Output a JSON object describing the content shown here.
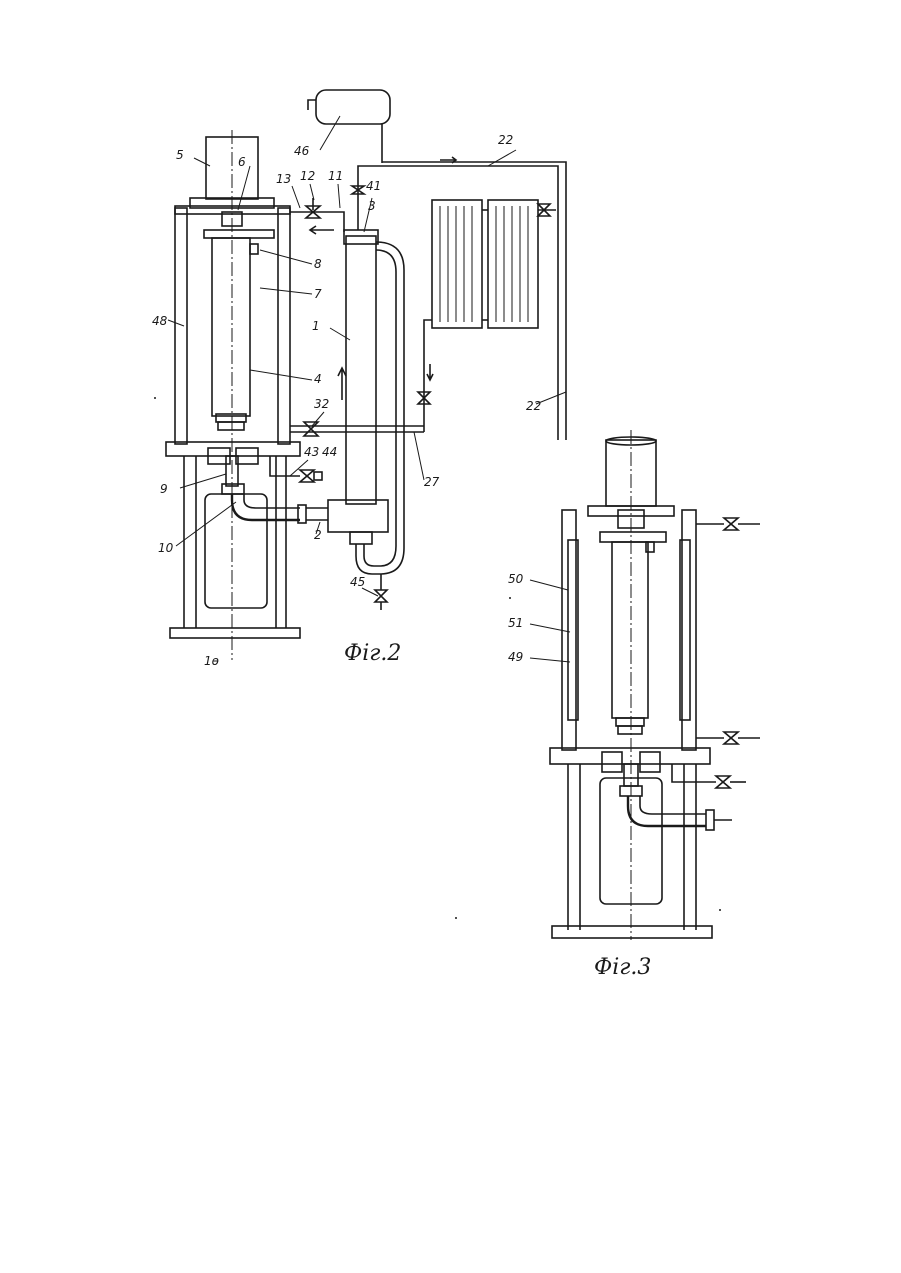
{
  "figures": [
    {
      "caption": "Фіг.2",
      "labels": [
        "5",
        "6",
        "46",
        "22",
        "13",
        "12",
        "11",
        "41",
        "3",
        "8",
        "7",
        "48",
        "1",
        "4",
        "22",
        "32",
        "43",
        "44",
        "9",
        "27",
        "10",
        "2",
        "45",
        "1ɵ"
      ]
    },
    {
      "caption": "Фіг.3",
      "labels": [
        "50",
        "51",
        "49"
      ]
    }
  ],
  "colors": {
    "ink": "#1a1a1a",
    "paper": "#ffffff"
  }
}
